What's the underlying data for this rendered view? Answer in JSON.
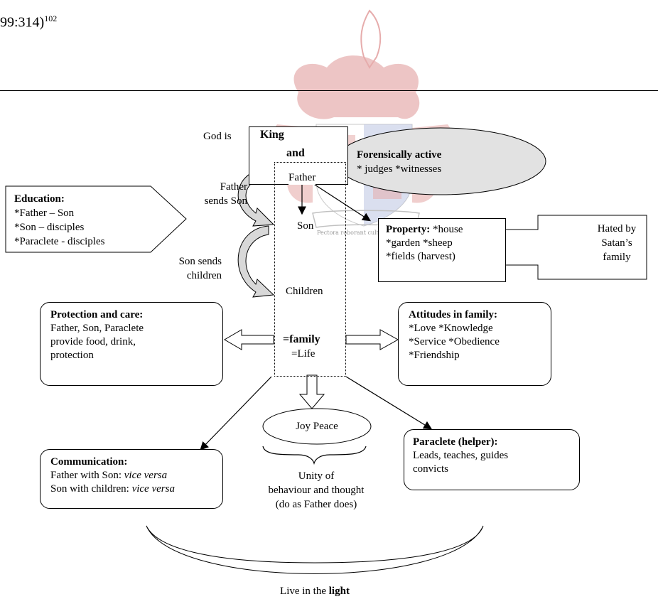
{
  "citation": {
    "text": "99:314)",
    "sup": "102"
  },
  "god": {
    "label": "God is",
    "king": "King",
    "and": "and"
  },
  "family_column": {
    "father": "Father",
    "son": "Son",
    "children": "Children",
    "family": "=family",
    "life": "=Life"
  },
  "forensic": {
    "title": "Forensically active",
    "items": "* judges *witnesses"
  },
  "education": {
    "title": "Education:",
    "lines": [
      "*Father – Son",
      "*Son – disciples",
      "*Paraclete - disciples"
    ]
  },
  "sending": {
    "father_sends": [
      "Father",
      "sends Son"
    ],
    "son_sends": [
      "Son sends",
      "children"
    ]
  },
  "property": {
    "title": "Property:",
    "line1": " *house",
    "line2": "*garden *sheep",
    "line3": "*fields (harvest)"
  },
  "hated": {
    "lines": [
      "Hated by",
      "Satan’s",
      "family"
    ]
  },
  "protection": {
    "title": "Protection and care:",
    "lines": [
      "Father, Son, Paraclete",
      "provide food, drink,",
      "protection"
    ]
  },
  "attitudes": {
    "title": "Attitudes in family:",
    "lines": [
      "*Love *Knowledge",
      "*Service *Obedience",
      "*Friendship"
    ]
  },
  "joy_peace": "Joy Peace",
  "unity": {
    "lines": [
      "Unity of",
      "behaviour and thought",
      "(do as Father does)"
    ]
  },
  "communication": {
    "title": "Communication:",
    "line1_a": "Father with Son: ",
    "line1_b": "vice versa",
    "line2_a": "Son with children: ",
    "line2_b": "vice versa"
  },
  "paraclete": {
    "title": "Paraclete (helper):",
    "lines": [
      "Leads, teaches, guides",
      "convicts"
    ]
  },
  "light": {
    "prefix": "Live in the ",
    "bold": "light"
  },
  "watermark_motto": "Pectora roborant cultus recti",
  "colors": {
    "watermark_red": "#c84a48",
    "watermark_blue": "#6b7fc0",
    "ellipse_fill": "#e2e2e2"
  }
}
